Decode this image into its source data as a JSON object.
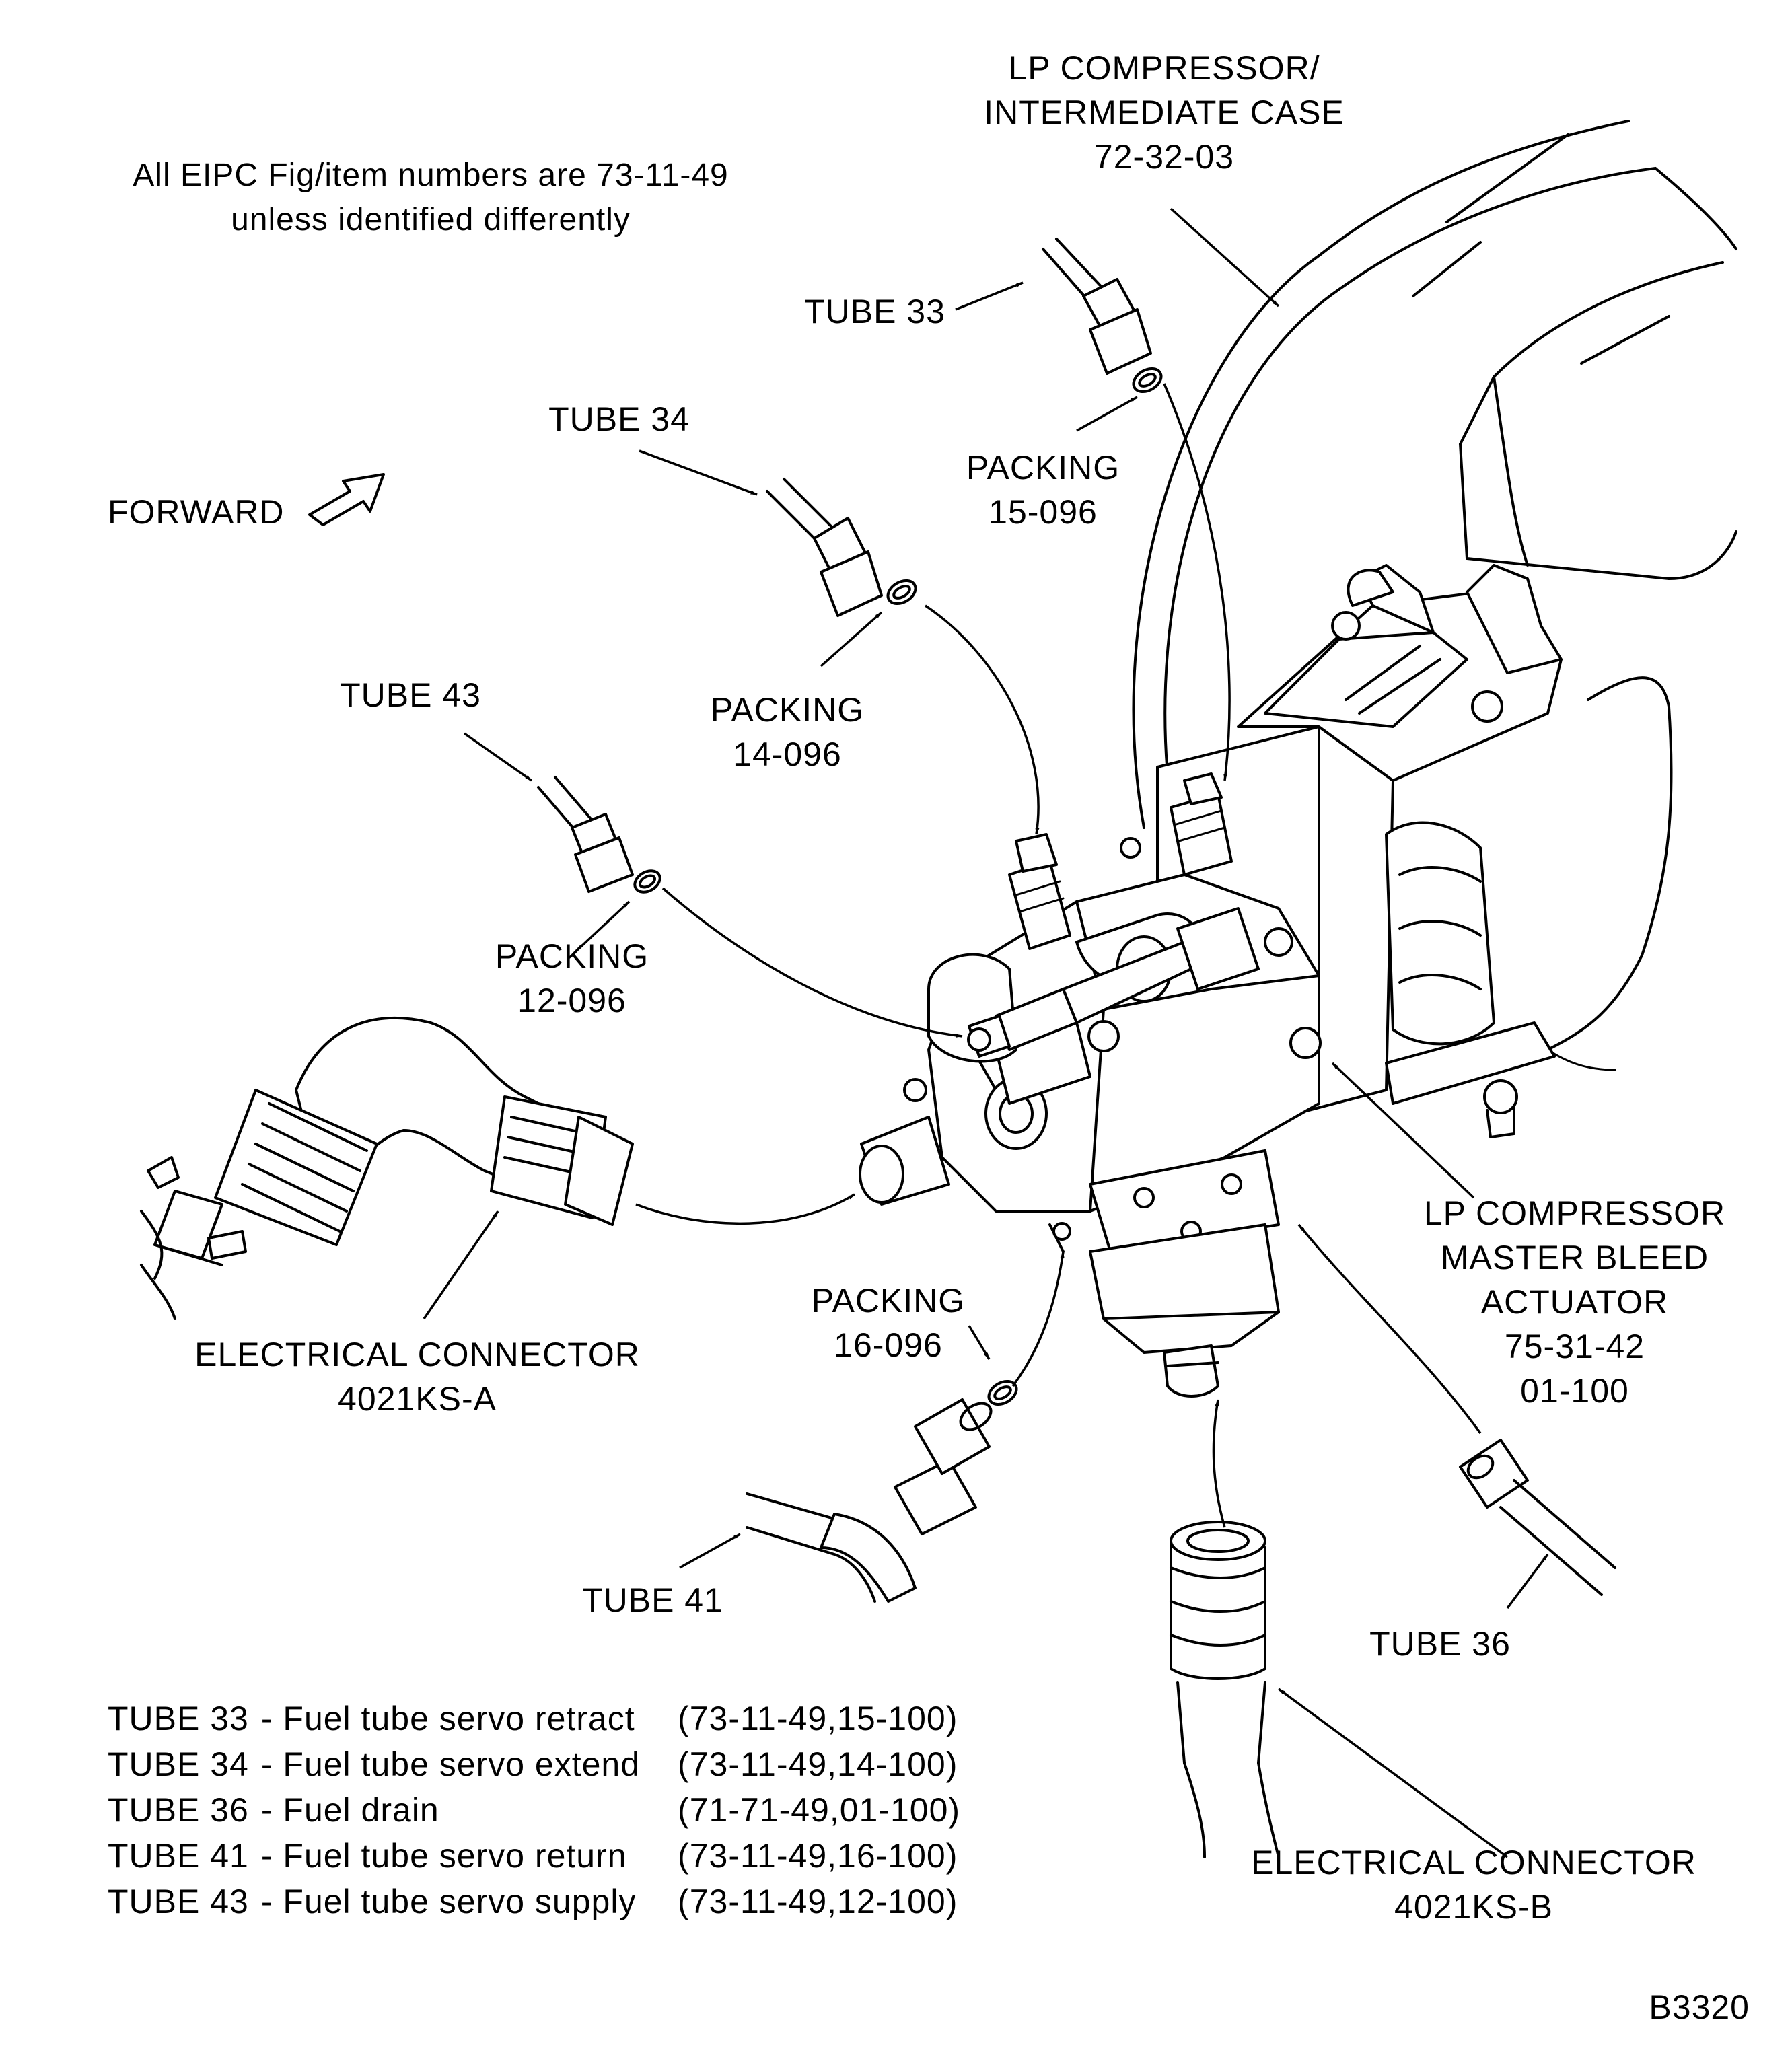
{
  "note": {
    "line1": "All EIPC Fig/item numbers are 73-11-49",
    "line2": "unless identified differently"
  },
  "labels": {
    "lp_case": [
      "LP COMPRESSOR/",
      "INTERMEDIATE CASE",
      "72-32-03"
    ],
    "tube33": "TUBE 33",
    "tube34": "TUBE 34",
    "tube43": "TUBE 43",
    "tube41": "TUBE 41",
    "tube36": "TUBE 36",
    "forward": "FORWARD",
    "packing_15": [
      "PACKING",
      "15-096"
    ],
    "packing_14": [
      "PACKING",
      "14-096"
    ],
    "packing_12": [
      "PACKING",
      "12-096"
    ],
    "packing_16": [
      "PACKING",
      "16-096"
    ],
    "actuator": [
      "LP COMPRESSOR",
      "MASTER BLEED",
      "ACTUATOR",
      "75-31-42",
      "01-100"
    ],
    "connector_a": [
      "ELECTRICAL CONNECTOR",
      "4021KS-A"
    ],
    "connector_b": [
      "ELECTRICAL CONNECTOR",
      "4021KS-B"
    ]
  },
  "legend": [
    {
      "tube": "TUBE 33",
      "desc": "- Fuel tube servo retract",
      "ref": "(73-11-49,15-100)"
    },
    {
      "tube": "TUBE 34",
      "desc": "- Fuel tube servo extend",
      "ref": "(73-11-49,14-100)"
    },
    {
      "tube": "TUBE 36",
      "desc": "- Fuel drain",
      "ref": "(71-71-49,01-100)"
    },
    {
      "tube": "TUBE 41",
      "desc": "- Fuel tube servo return",
      "ref": "(73-11-49,16-100)"
    },
    {
      "tube": "TUBE 43",
      "desc": "- Fuel tube servo supply",
      "ref": "(73-11-49,12-100)"
    }
  ],
  "figure_id": "B3320"
}
